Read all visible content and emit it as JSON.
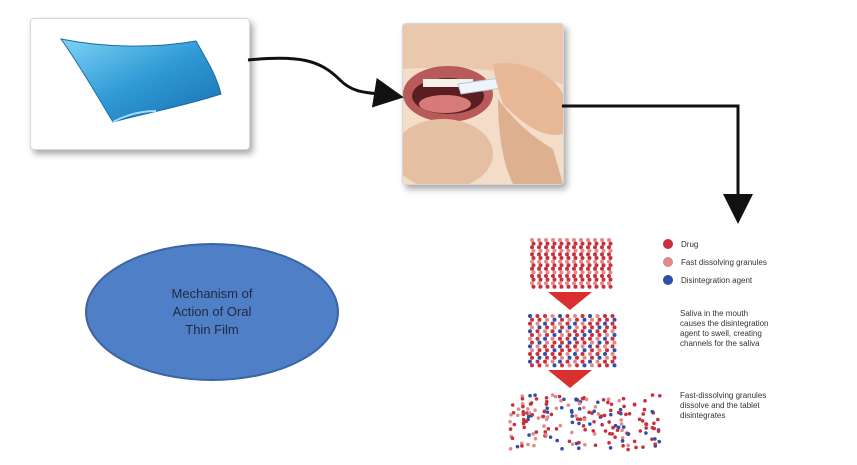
{
  "ellipse": {
    "text": "Mechanism of\nAction of Oral\nThin Film"
  },
  "legend": [
    {
      "label": "Drug",
      "color": "#c8303c"
    },
    {
      "label": "Fast dissolving granules",
      "color": "#e08a8a"
    },
    {
      "label": "Disintegration agent",
      "color": "#2f4fa8"
    }
  ],
  "stages": [
    {
      "text": ""
    },
    {
      "text": "Saliva in the mouth\ncauses the disintegration\nagent to swell, creating\nchannels for the saliva"
    },
    {
      "text": "Fast-dissolving granules\ndissolve and the tablet\ndisintegrates"
    }
  ],
  "colors": {
    "film": "#2f9ad6",
    "ellipse": "#4f7fc6",
    "arrow_down": "#d9302f",
    "connector": "#111111"
  },
  "icons": [
    "thin-film-strip-image",
    "mouth-film-placement-image"
  ]
}
